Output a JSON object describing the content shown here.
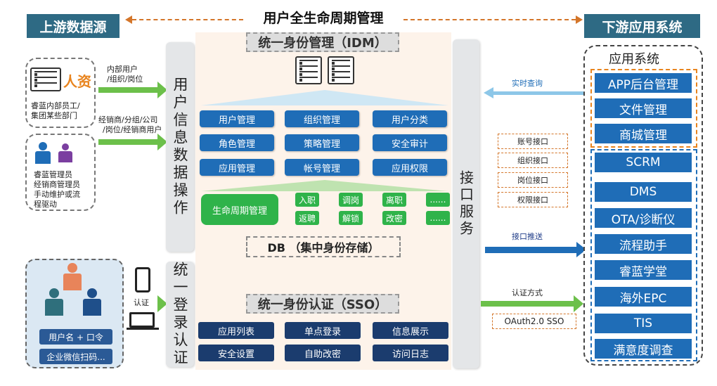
{
  "header": {
    "left": "上游数据源",
    "center": "用户全生命周期管理",
    "right": "下游应用系统"
  },
  "sources": {
    "hr_label": "人资",
    "hr_desc": [
      "睿蓝内部员工/",
      "集团某些部门"
    ],
    "admin_desc": [
      "睿蓝管理员",
      "经销商管理员",
      "手动维护或流",
      "程驱动"
    ],
    "arrow1_label": [
      "内部用户",
      "/组织/岗位"
    ],
    "arrow2_label": [
      "经销商/分组/公司",
      "/岗位/经销商用户"
    ],
    "login_buttons": [
      "用户名 + 口令",
      "企业微信扫码..."
    ],
    "auth_arrow_label": "认证"
  },
  "left_columns": {
    "data_ops": "用户信息数据操作",
    "sso_login": "统一登录认证"
  },
  "idm": {
    "title": "统一身份管理（IDM）",
    "grid": [
      [
        "用户管理",
        "组织管理",
        "用户分类"
      ],
      [
        "角色管理",
        "策略管理",
        "安全审计"
      ],
      [
        "应用管理",
        "帐号管理",
        "应用权限"
      ]
    ],
    "lifecycle_label": "生命周期管理",
    "lifecycle_items": [
      [
        "入职",
        "调岗",
        "离职",
        "......"
      ],
      [
        "返聘",
        "解锁",
        "改密",
        "......"
      ]
    ],
    "db_title": "DB （集中身份存储）"
  },
  "sso": {
    "title": "统一身份认证（SSO）",
    "grid": [
      [
        "应用列表",
        "单点登录",
        "信息展示"
      ],
      [
        "安全设置",
        "自助改密",
        "访问日志"
      ]
    ]
  },
  "interface_column": "接口服务",
  "interfaces": {
    "realtime_query": "实时查询",
    "boxes": [
      "账号接口",
      "组织接口",
      "岗位接口",
      "权限接口"
    ],
    "push_label": "接口推送",
    "auth_label": "认证方式",
    "auth_method": "OAuth2.0 SSO"
  },
  "apps": {
    "title": "应用系统",
    "items": [
      "APP后台管理",
      "文件管理",
      "商城管理",
      "SCRM",
      "DMS",
      "OTA/诊断仪",
      "流程助手",
      "睿蓝学堂",
      "海外EPC",
      "TIS",
      "满意度调查"
    ]
  },
  "colors": {
    "header_bg": "#2e6a84",
    "blue": "#1f6db7",
    "navy": "#1b3c6e",
    "green": "#2fb34a",
    "arrow_green": "#6cc04a",
    "orange": "#d4762a",
    "panel": "#fdf3ea"
  }
}
